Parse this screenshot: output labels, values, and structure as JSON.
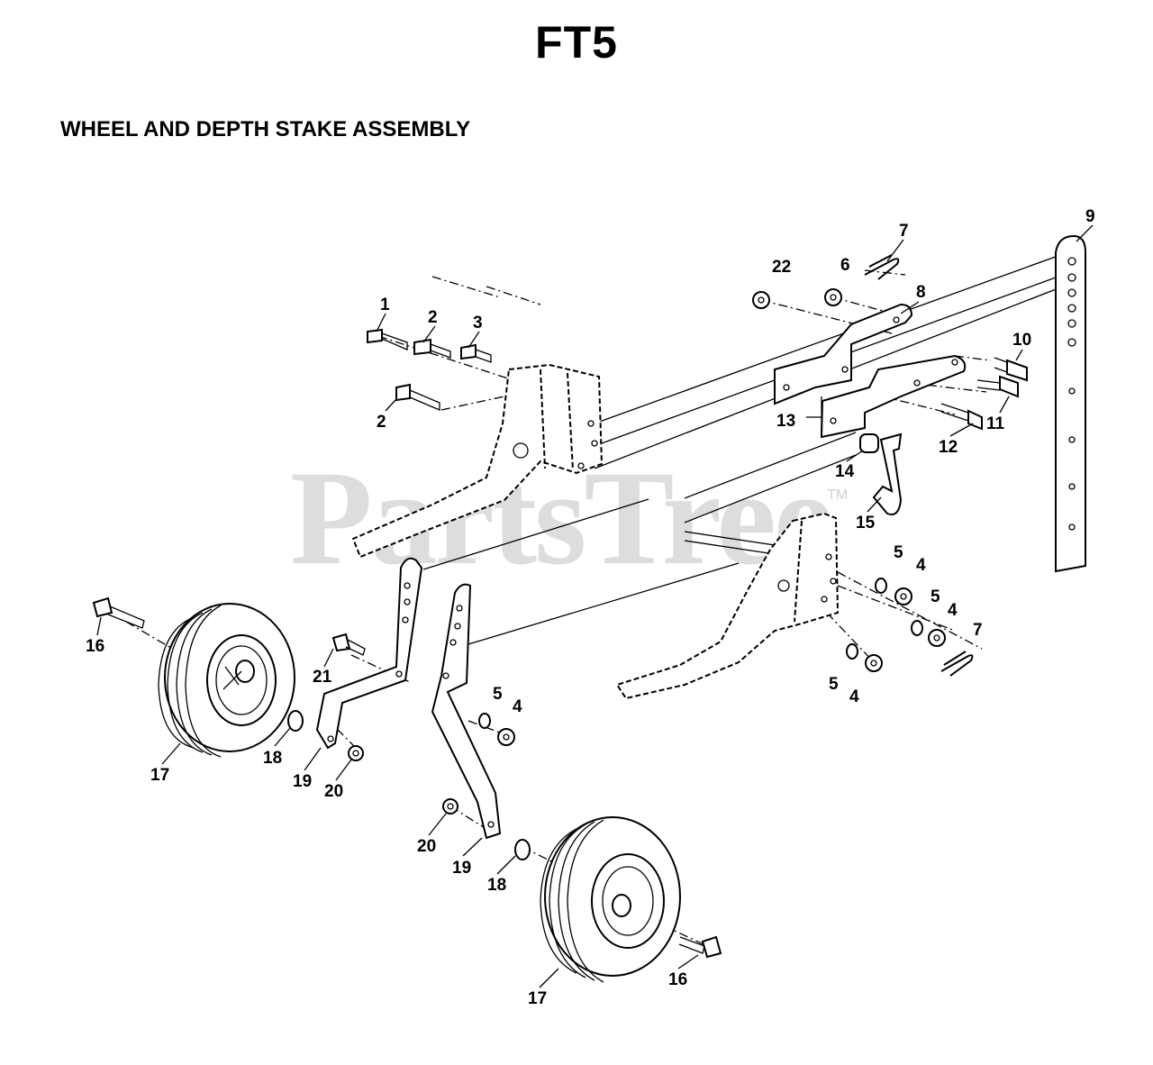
{
  "header": {
    "model_title": "FT5",
    "section_title": "WHEEL AND DEPTH STAKE ASSEMBLY"
  },
  "watermark": {
    "text": "PartsTree",
    "trademark": "TM"
  },
  "callouts": {
    "c1": "1",
    "c2a": "2",
    "c2b": "2",
    "c3": "3",
    "c4a": "4",
    "c4b": "4",
    "c4c": "4",
    "c4d": "4",
    "c5a": "5",
    "c5b": "5",
    "c5c": "5",
    "c5d": "5",
    "c6": "6",
    "c7a": "7",
    "c7b": "7",
    "c8": "8",
    "c9": "9",
    "c10": "10",
    "c11": "11",
    "c12": "12",
    "c13": "13",
    "c14": "14",
    "c15": "15",
    "c16a": "16",
    "c16b": "16",
    "c17a": "17",
    "c17b": "17",
    "c18a": "18",
    "c18b": "18",
    "c19a": "19",
    "c19b": "19",
    "c20a": "20",
    "c20b": "20",
    "c21": "21",
    "c22": "22"
  },
  "colors": {
    "ink": "#000000",
    "paper": "#ffffff",
    "watermark": "#dcdcdc"
  }
}
